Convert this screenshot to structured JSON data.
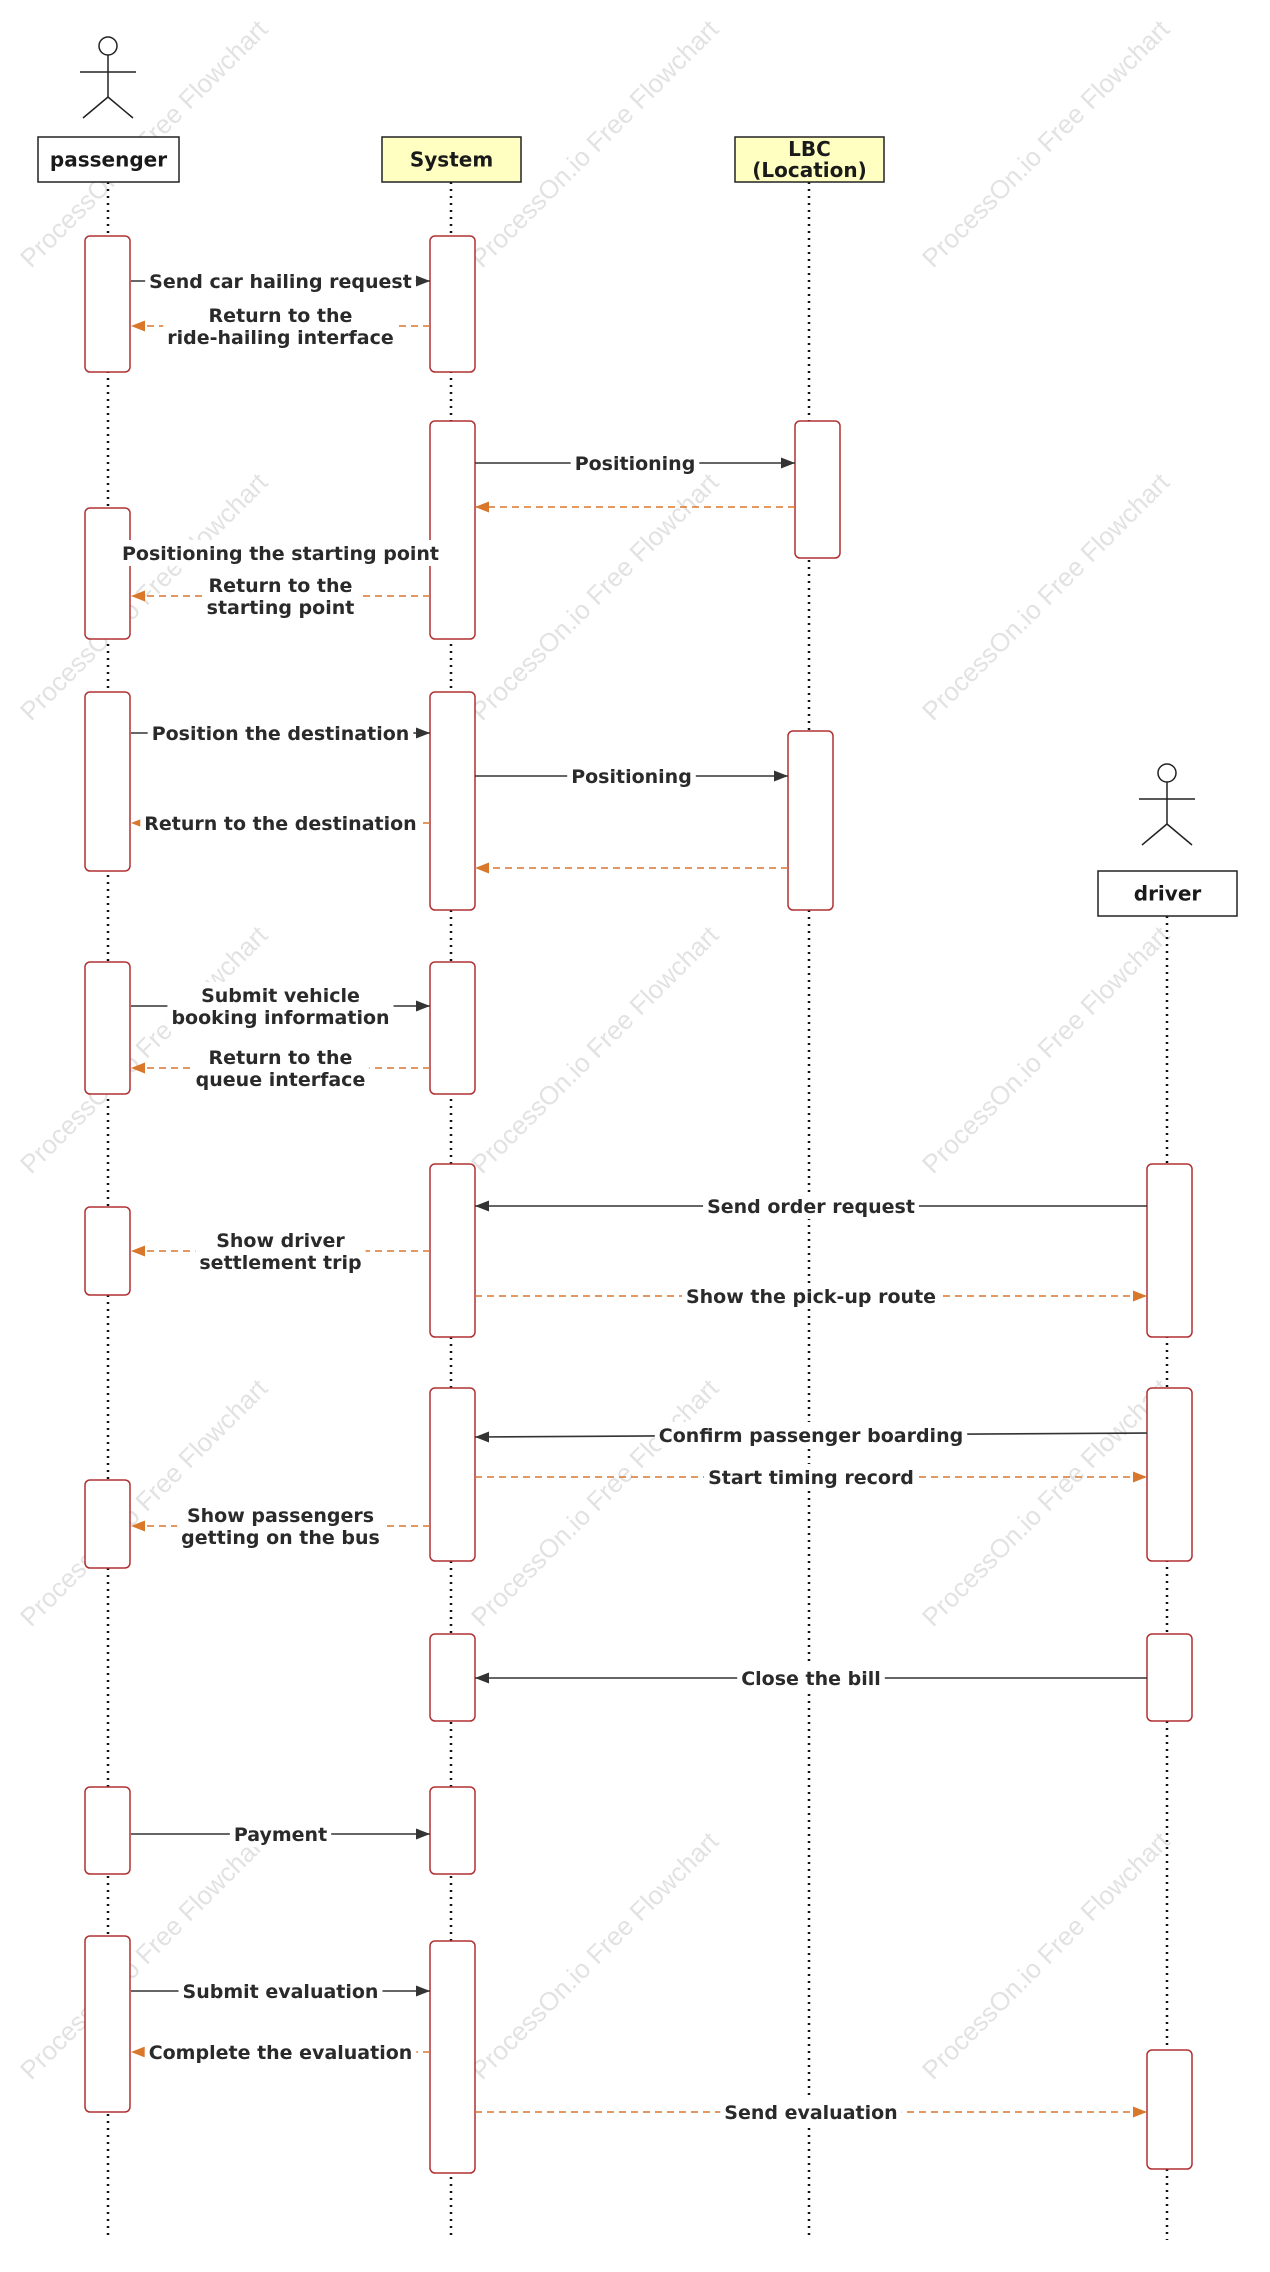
{
  "watermark": "ProcessOn.io Free Flowchart",
  "colors": {
    "solid": "#333333",
    "dashed": "#d9772b",
    "activation": "#b03030",
    "header_plain": "#ffffff",
    "header_yellow": "#ffffc2"
  },
  "participants": [
    {
      "id": "passenger",
      "lines": [
        "passenger"
      ],
      "actor": true,
      "fill": "header_plain"
    },
    {
      "id": "system",
      "lines": [
        "System"
      ],
      "actor": false,
      "fill": "header_yellow"
    },
    {
      "id": "lbc",
      "lines": [
        "LBC",
        "(Location)"
      ],
      "actor": false,
      "fill": "header_yellow"
    },
    {
      "id": "driver",
      "lines": [
        "driver"
      ],
      "actor": true,
      "fill": "header_plain"
    }
  ],
  "messages": [
    {
      "from": "passenger",
      "to": "system",
      "style": "solid",
      "lines": [
        "Send car hailing request"
      ]
    },
    {
      "from": "system",
      "to": "passenger",
      "style": "dashed",
      "lines": [
        "Return to the",
        "ride-hailing interface"
      ]
    },
    {
      "from": "system",
      "to": "lbc",
      "style": "solid",
      "lines": [
        "Positioning"
      ]
    },
    {
      "from": "lbc",
      "to": "system",
      "style": "dashed",
      "lines": []
    },
    {
      "from": "passenger",
      "to": "system",
      "style": "solid",
      "lines": [
        "Positioning the starting point"
      ]
    },
    {
      "from": "system",
      "to": "passenger",
      "style": "dashed",
      "lines": [
        "Return to the",
        "starting point"
      ]
    },
    {
      "from": "passenger",
      "to": "system",
      "style": "solid",
      "lines": [
        "Position the destination"
      ]
    },
    {
      "from": "system",
      "to": "lbc",
      "style": "solid",
      "lines": [
        "Positioning"
      ]
    },
    {
      "from": "system",
      "to": "passenger",
      "style": "dashed",
      "lines": [
        "Return to the destination"
      ]
    },
    {
      "from": "lbc",
      "to": "system",
      "style": "dashed",
      "lines": []
    },
    {
      "from": "passenger",
      "to": "system",
      "style": "solid",
      "lines": [
        "Submit vehicle",
        "booking information"
      ]
    },
    {
      "from": "system",
      "to": "passenger",
      "style": "dashed",
      "lines": [
        "Return to the",
        "queue interface"
      ]
    },
    {
      "from": "driver",
      "to": "system",
      "style": "solid",
      "lines": [
        "Send order request"
      ]
    },
    {
      "from": "system",
      "to": "passenger",
      "style": "dashed",
      "lines": [
        "Show driver",
        "settlement trip"
      ]
    },
    {
      "from": "system",
      "to": "driver",
      "style": "dashed",
      "lines": [
        "Show the pick-up route"
      ]
    },
    {
      "from": "driver",
      "to": "system",
      "style": "solid",
      "lines": [
        "Confirm passenger boarding"
      ]
    },
    {
      "from": "system",
      "to": "driver",
      "style": "dashed",
      "lines": [
        "Start timing record"
      ]
    },
    {
      "from": "system",
      "to": "passenger",
      "style": "dashed",
      "lines": [
        "Show passengers",
        "getting on the bus"
      ]
    },
    {
      "from": "driver",
      "to": "system",
      "style": "solid",
      "lines": [
        "Close the bill"
      ]
    },
    {
      "from": "passenger",
      "to": "system",
      "style": "solid",
      "lines": [
        "Payment"
      ]
    },
    {
      "from": "passenger",
      "to": "system",
      "style": "solid",
      "lines": [
        "Submit evaluation"
      ]
    },
    {
      "from": "system",
      "to": "passenger",
      "style": "dashed",
      "lines": [
        "Complete the evaluation"
      ]
    },
    {
      "from": "system",
      "to": "driver",
      "style": "dashed",
      "lines": [
        "Send evaluation"
      ]
    }
  ]
}
